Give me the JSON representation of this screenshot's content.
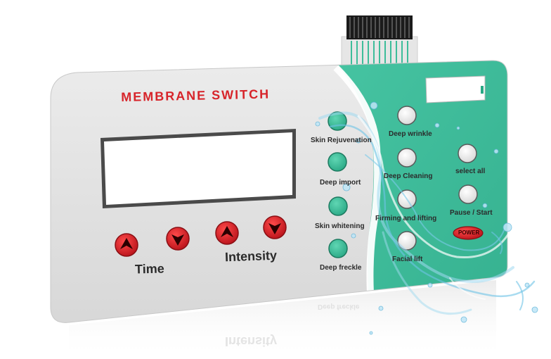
{
  "panel": {
    "title": "MEMBRANE SWITCH",
    "time_label": "Time",
    "intensity_label": "Intensity",
    "center_keys": [
      {
        "label": "Skin Rejuvenation"
      },
      {
        "label": "Deep import"
      },
      {
        "label": "Skin whitening"
      },
      {
        "label": "Deep freckle"
      }
    ],
    "right_keys": [
      {
        "label": "Deep wrinkle"
      },
      {
        "label": "Deep Cleaning"
      },
      {
        "label": "Firming and lifting"
      },
      {
        "label": "Facial lift"
      }
    ],
    "control_keys": [
      {
        "label": "select all"
      },
      {
        "label": "Pause / Start"
      }
    ],
    "power_label": "POWER",
    "reflection_freckle": "Deep freckle",
    "reflection_intensity": "Intensity",
    "colors": {
      "panel_gray": "#e2e2e2",
      "panel_green": "#3dbd9a",
      "title_red": "#d7242a",
      "arrow_red": "#d21f26"
    }
  }
}
